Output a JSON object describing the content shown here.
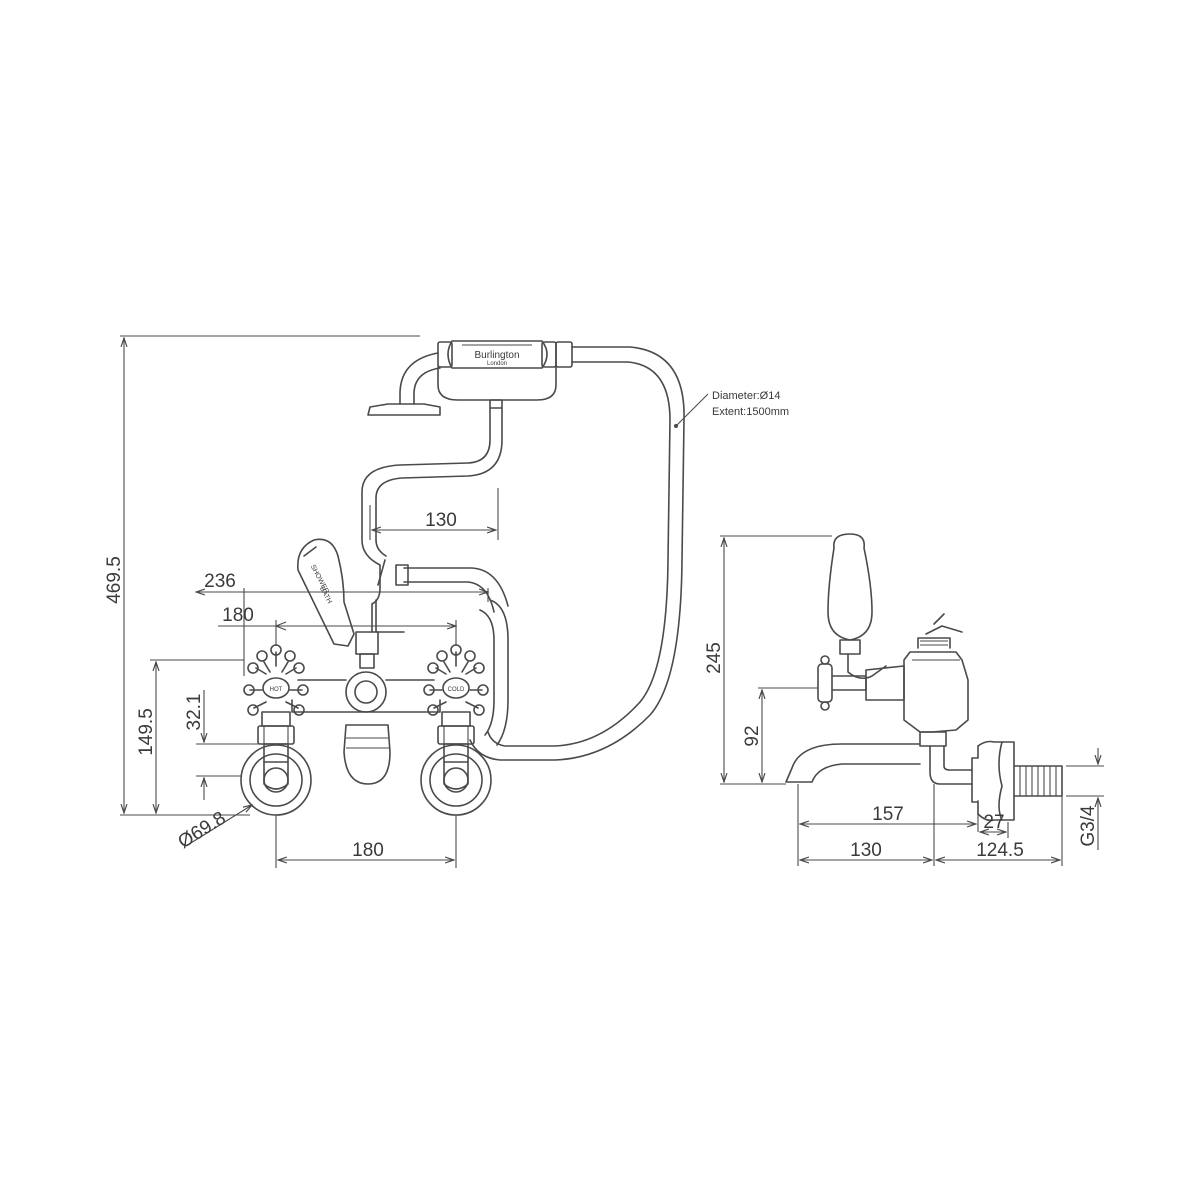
{
  "hose": {
    "diameter_label": "Diameter:Ø14",
    "extent_label": "Extent:1500mm"
  },
  "handset": {
    "brand": "Burlington",
    "city": "London"
  },
  "diverter": {
    "line1": "SHOWER",
    "line2": "BATH"
  },
  "taps": {
    "hot": "HOT",
    "cold": "COLD"
  },
  "front_view": {
    "height_total": "469.5",
    "hose_offset": "130",
    "width_236": "236",
    "width_180_top": "180",
    "height_149": "149.5",
    "height_32": "32.1",
    "flange_dia": "Ø69.8",
    "centres_180": "180"
  },
  "side_view": {
    "height_245": "245",
    "height_92": "92",
    "depth_157": "157",
    "depth_27": "27",
    "depth_130": "130",
    "depth_124": "124.5",
    "thread": "G3/4"
  }
}
